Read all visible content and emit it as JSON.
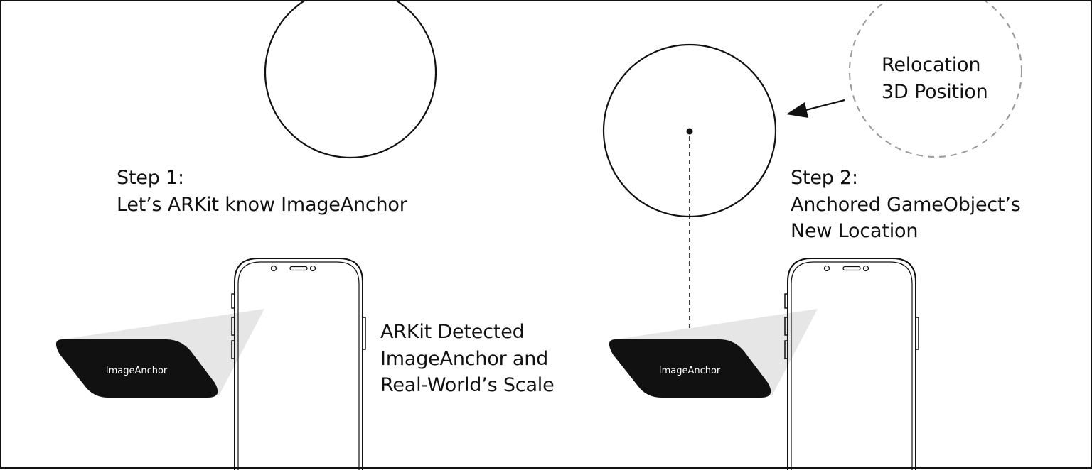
{
  "step1": {
    "title": "Step 1:",
    "description": "Let’s ARKit know ImageAnchor"
  },
  "step2": {
    "title": "Step 2:",
    "line1": "Anchored GameObject’s",
    "line2": "New Location"
  },
  "detected": {
    "line1": "ARKit Detected",
    "line2": "ImageAnchor and",
    "line3": "Real-World’s Scale"
  },
  "relocation": {
    "line1": "Relocation",
    "line2": "3D Position"
  },
  "image_anchor_card_label": "ImageAnchor",
  "colors": {
    "ink": "#111111",
    "card": "#111111",
    "camera_beam": "#e6e6e6",
    "dashed_circle": "#9a9a9a"
  }
}
